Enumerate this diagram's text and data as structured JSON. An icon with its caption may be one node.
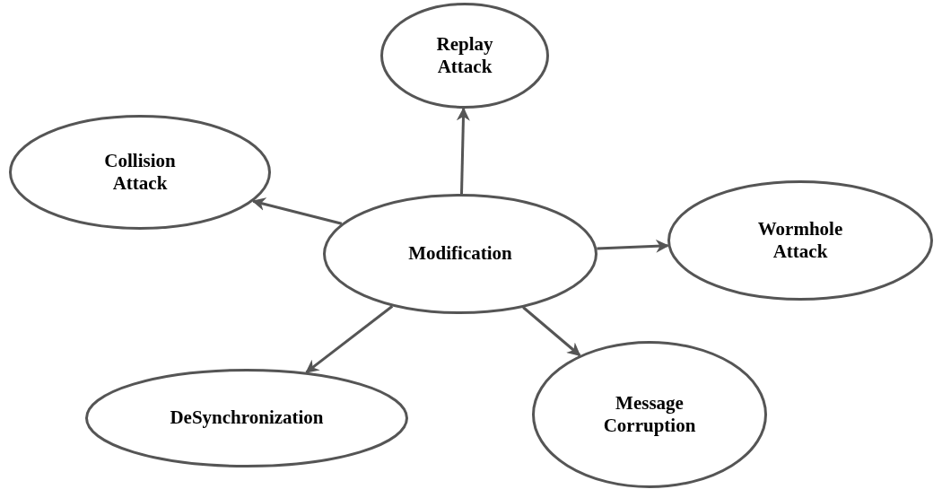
{
  "diagram": {
    "nodes": [
      {
        "text": [
          "Replay Attack"
        ]
      },
      {
        "text": [
          "Collision Attack"
        ]
      },
      {
        "text": [
          "Modification"
        ]
      },
      {
        "text": [
          "Wormhole Attack"
        ]
      },
      {
        "text": [
          "DeSynchronization"
        ]
      },
      {
        "text": [
          "Message Corruption"
        ]
      }
    ],
    "edges": [
      {
        "from": 2,
        "to": 0,
        "arrow": "to"
      },
      {
        "from": 2,
        "to": 1,
        "arrow": "to"
      },
      {
        "from": 2,
        "to": 3,
        "arrow": "to"
      },
      {
        "from": 2,
        "to": 4,
        "arrow": "to"
      },
      {
        "from": 2,
        "to": 5,
        "arrow": "to"
      }
    ]
  }
}
